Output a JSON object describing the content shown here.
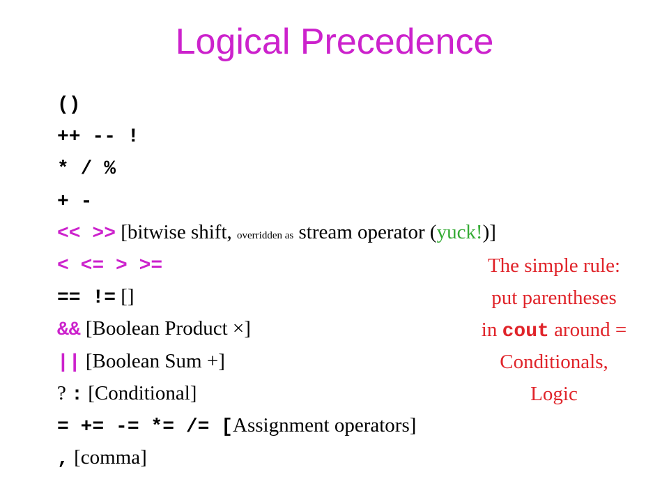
{
  "title": "Logical Precedence",
  "rows": {
    "r1_ops": "()",
    "r2_ops": "++ -- !",
    "r3_ops": "* / %",
    "r4_ops": "+ -",
    "r5_ops": "<< >>",
    "r5_note_a": "[bitwise shift,",
    "r5_note_small": "overridden as",
    "r5_note_b": "stream operator (",
    "r5_note_yuck": "yuck!",
    "r5_note_c": ")]",
    "r6_ops": "< <= > >=",
    "r7_ops": "== !=",
    "r7_note": "[]",
    "r8_ops": "&&",
    "r8_note": "[Boolean Product ×]",
    "r9_ops": "||",
    "r9_note": "[Boolean Sum +]",
    "r10_q": "?",
    "r10_colon": ":",
    "r10_note": "[Conditional]",
    "r11_ops": "= += -= *= /= [",
    "r11_note": "Assignment operators]",
    "r12_ops": ",",
    "r12_note": "[comma]"
  },
  "rule": {
    "line1": "The simple rule:",
    "line2": "put parentheses",
    "line3_a": "in",
    "line3_code": "cout",
    "line3_b": "around =",
    "line4": "Conditionals,",
    "line5": "Logic"
  }
}
